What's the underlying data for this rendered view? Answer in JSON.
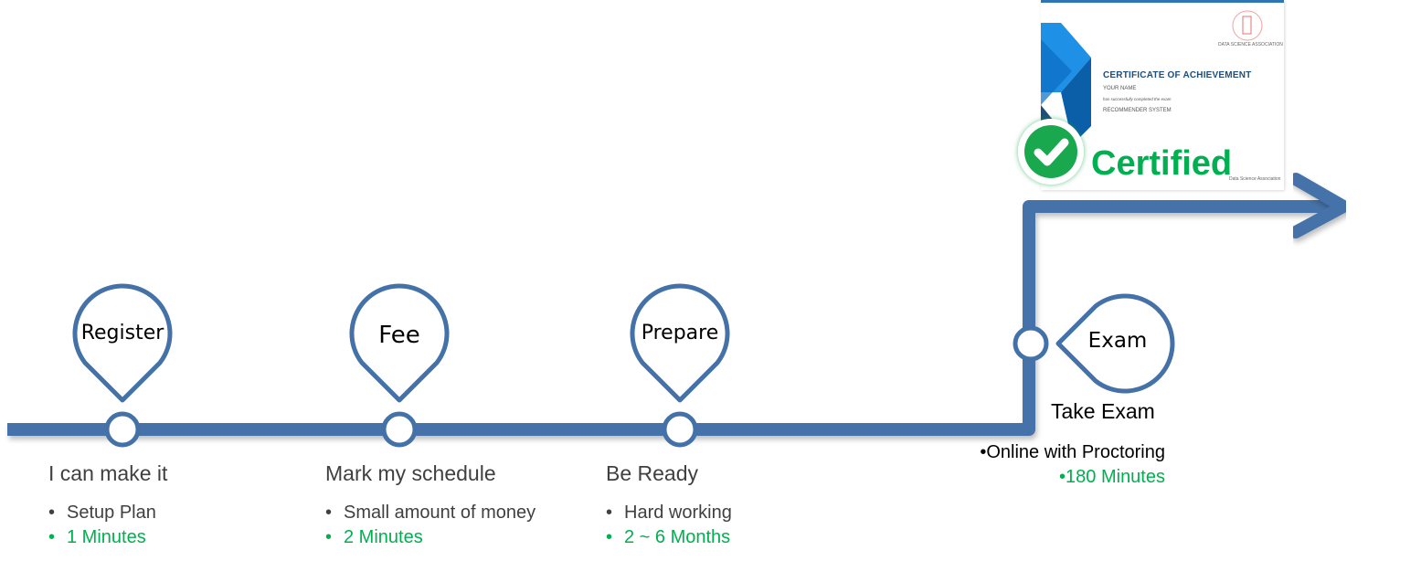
{
  "colors": {
    "timeline": "#4472a8",
    "accent_green": "#00b050",
    "text_dark": "#404040",
    "cert_blue": "#1f4e79"
  },
  "steps": [
    {
      "pin": "Register",
      "title": "I can make it",
      "detail": "Setup Plan",
      "duration": "1 Minutes"
    },
    {
      "pin": "Fee",
      "title": "Mark my schedule",
      "detail": "Small amount of money",
      "duration": "2 Minutes"
    },
    {
      "pin": "Prepare",
      "title": "Be Ready",
      "detail": "Hard working",
      "duration": "2 ~ 6 Months"
    }
  ],
  "exam": {
    "pin": "Exam",
    "title": "Take Exam",
    "detail": "•Online with Proctoring",
    "duration": "•180 Minutes"
  },
  "certificate": {
    "org_top": "DATA SCIENCE ASSOCIATION",
    "heading": "CERTIFICATE OF ACHIEVEMENT",
    "name": "YOUR NAME",
    "completed": "has successfully completed the exam",
    "subject": "RECOMMENDER SYSTEM",
    "org_bottom": "Data Science Association"
  },
  "badge": {
    "label": "Certified",
    "icon": "check-circle-icon"
  }
}
